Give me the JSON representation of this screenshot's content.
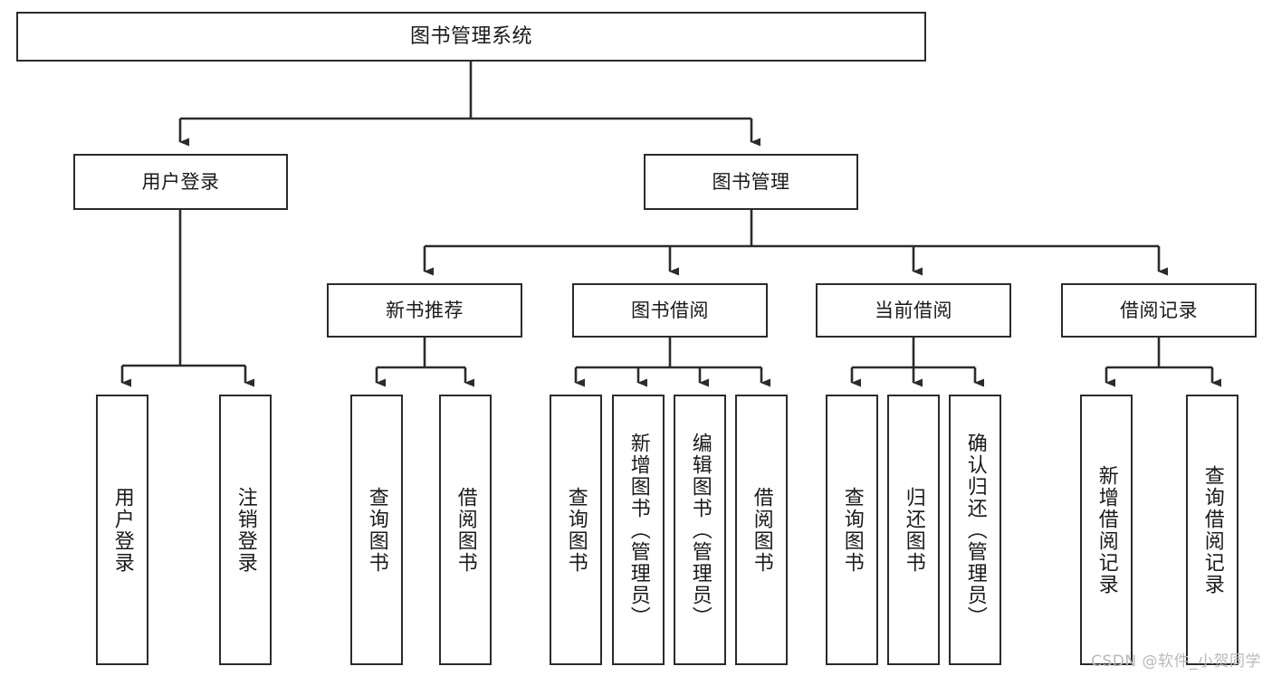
{
  "diagram": {
    "type": "tree",
    "title": "图书管理系统",
    "colors": {
      "stroke": "#2b2b2b",
      "fill": "#ffffff",
      "text": "#1a1a1a",
      "watermark": "#b9b9b9"
    },
    "nodes": {
      "root": {
        "label": "图书管理系统"
      },
      "level2": [
        {
          "label": "用户登录"
        },
        {
          "label": "图书管理"
        }
      ],
      "level3": [
        {
          "label": "新书推荐"
        },
        {
          "label": "图书借阅"
        },
        {
          "label": "当前借阅"
        },
        {
          "label": "借阅记录"
        }
      ],
      "leaves_user_login": [
        {
          "label": "用户登录"
        },
        {
          "label": "注销登录"
        }
      ],
      "leaves_new_books": [
        {
          "label": "查询图书"
        },
        {
          "label": "借阅图书"
        }
      ],
      "leaves_borrow": [
        {
          "label": "查询图书"
        },
        {
          "label": "新增图书（管理员）"
        },
        {
          "label": "编辑图书（管理员）"
        },
        {
          "label": "借阅图书"
        }
      ],
      "leaves_current": [
        {
          "label": "查询图书"
        },
        {
          "label": "归还图书"
        },
        {
          "label": "确认归还（管理员）"
        }
      ],
      "leaves_records": [
        {
          "label": "新增借阅记录"
        },
        {
          "label": "查询借阅记录"
        }
      ]
    }
  },
  "watermark": {
    "text": "CSDN @软件_小贺同学"
  }
}
